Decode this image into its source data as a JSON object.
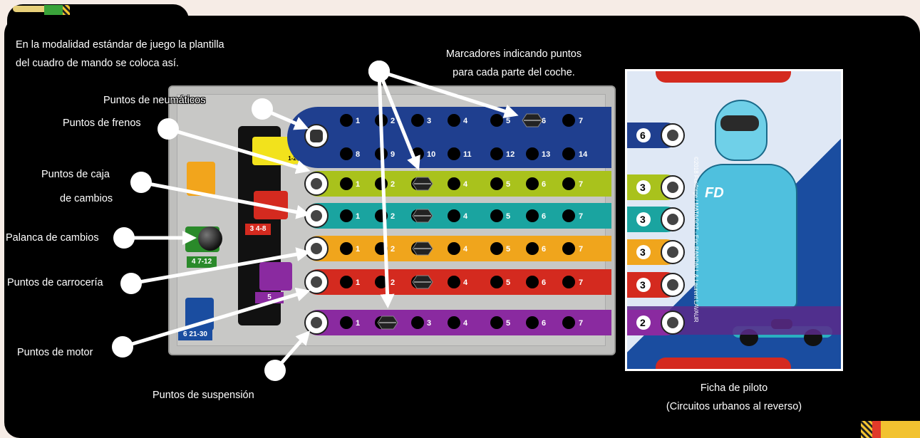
{
  "intro": {
    "line1": "En la modalidad estándar de juego la plantilla",
    "line2": "del cuadro de mando se coloca así."
  },
  "markers_label": {
    "line1": "Marcadores indicando puntos",
    "line2": "para cada parte del coche."
  },
  "labels": {
    "tyres": "Puntos de neumáticos",
    "brakes": "Puntos de frenos",
    "gearbox_line1": "Puntos de caja",
    "gearbox_line2": "de cambios",
    "gear_lever": "Palanca de cambios",
    "body": "Puntos de carrocería",
    "engine": "Puntos de motor",
    "suspension": "Puntos de suspensión"
  },
  "driver_card": {
    "caption_line1": "Ficha de piloto",
    "caption_line2": "(Circuitos urbanos al reverso)",
    "values": [
      "6",
      "3",
      "3",
      "3",
      "3",
      "2"
    ],
    "credit": "©2018 Funforge / MATAGOT - Eric RANDALL & Laurent LAVAUR",
    "driver_badge": "FD"
  },
  "board": {
    "tyre_numbers_top": [
      "1",
      "2",
      "3",
      "4",
      "5",
      "6",
      "7"
    ],
    "tyre_numbers_bottom": [
      "8",
      "9",
      "10",
      "11",
      "12",
      "13",
      "14"
    ],
    "row_numbers": [
      "1",
      "2",
      "3",
      "4",
      "5",
      "6",
      "7"
    ],
    "gear_badges": [
      "3 4-8",
      "4 7-12",
      "5",
      "6 21-30",
      "1-2"
    ],
    "rows": [
      {
        "name": "tyres",
        "color": "#1f3f8f"
      },
      {
        "name": "brakes",
        "color": "#a9c21c"
      },
      {
        "name": "gearbox",
        "color": "#1aa4a0"
      },
      {
        "name": "body",
        "color": "#f0a51c"
      },
      {
        "name": "engine",
        "color": "#d42a1f"
      },
      {
        "name": "suspension",
        "color": "#8a2aa0"
      }
    ]
  }
}
